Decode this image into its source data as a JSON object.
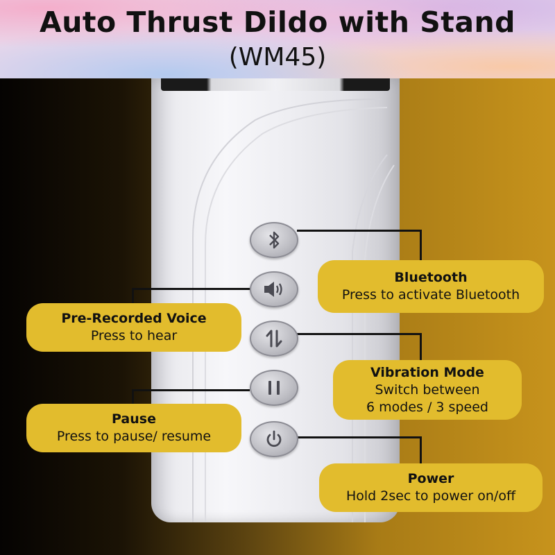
{
  "header": {
    "title": "Auto Thrust Dildo with Stand",
    "model": "(WM45)"
  },
  "colors": {
    "callout": "#e2bc2d",
    "device": "#f0f0f3",
    "button": "#bdbdc3"
  },
  "buttons": [
    {
      "name": "bluetooth",
      "icon": "bluetooth-icon"
    },
    {
      "name": "voice",
      "icon": "speaker-icon"
    },
    {
      "name": "mode",
      "icon": "up-down-arrows-icon"
    },
    {
      "name": "pause",
      "icon": "pause-icon"
    },
    {
      "name": "power",
      "icon": "power-icon"
    }
  ],
  "callouts": {
    "bluetooth": {
      "title": "Bluetooth",
      "text": "Press to activate Bluetooth"
    },
    "voice": {
      "title": "Pre-Recorded Voice",
      "text": "Press to hear"
    },
    "mode": {
      "title": "Vibration Mode",
      "text_line1": "Switch between",
      "text_line2": "6 modes / 3 speed"
    },
    "pause": {
      "title": "Pause",
      "text": "Press to pause/ resume"
    },
    "power": {
      "title": "Power",
      "text": "Hold 2sec to power on/off"
    }
  }
}
